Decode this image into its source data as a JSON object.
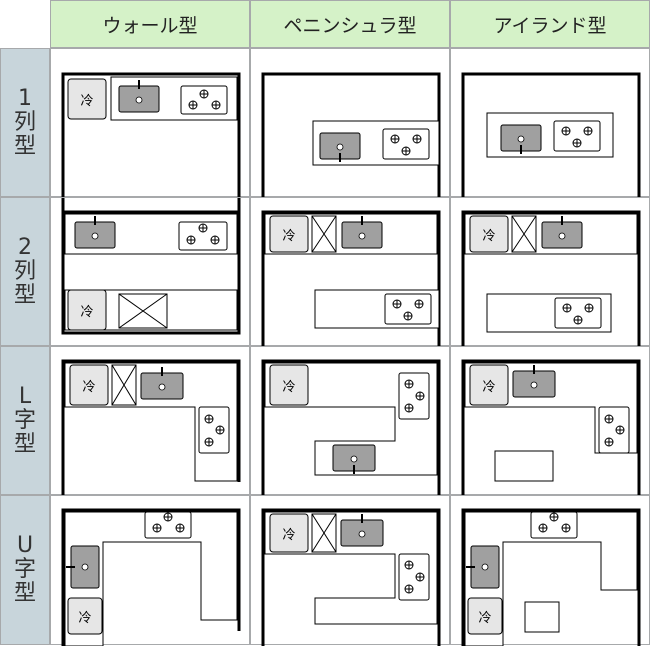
{
  "columns": [
    "ウォール型",
    "ペニンシュラ型",
    "アイランド型"
  ],
  "rows": [
    "1列型",
    "2列型",
    "L字型",
    "U字型"
  ],
  "fridge_label": "冷",
  "colors": {
    "header_bg": "#d5f2c8",
    "row_header_bg": "#c8d5db",
    "grid_line": "#a7a9ab",
    "sink_fill": "#a0a0a0",
    "fridge_fill": "#e6e6e6"
  },
  "icons": [
    "sink-icon",
    "stove-icon",
    "fridge-icon",
    "dishwasher-icon"
  ]
}
